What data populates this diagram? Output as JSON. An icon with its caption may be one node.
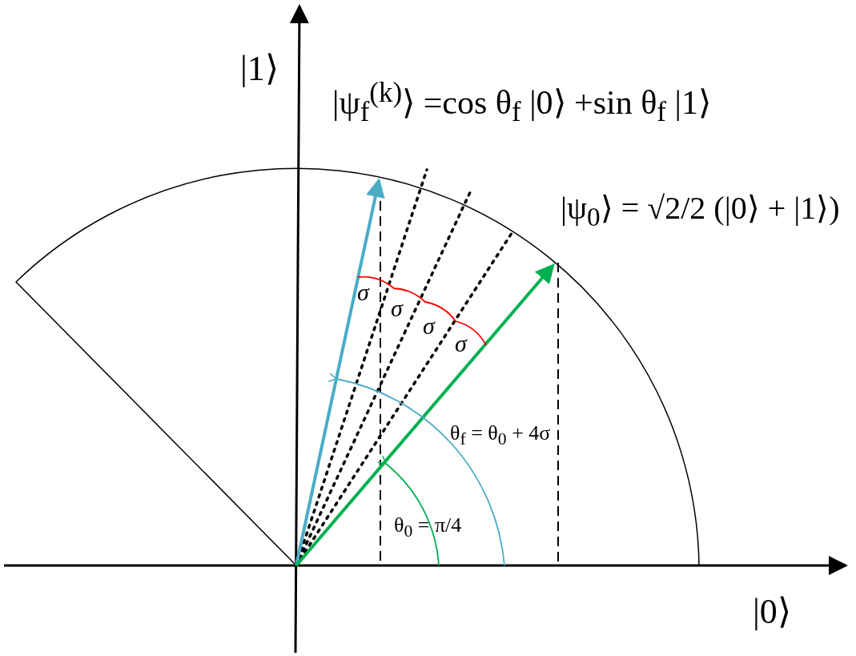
{
  "diagram": {
    "labels": [
      "|1⟩",
      "|ψ$_{f}$$^{(k)}$⟩ =cos θ$_{f}$ |0⟩ +sin θ$_{f}$ |1⟩",
      "|ψ$_{0}$⟩ = √2/2 (|0⟩ + |1⟩)",
      "σ",
      "σ",
      "σ",
      "σ",
      "θ$_{f}$ = θ$_{0}$ + 4σ",
      "θ$_{0}$ = π/4",
      "|0⟩"
    ]
  }
}
